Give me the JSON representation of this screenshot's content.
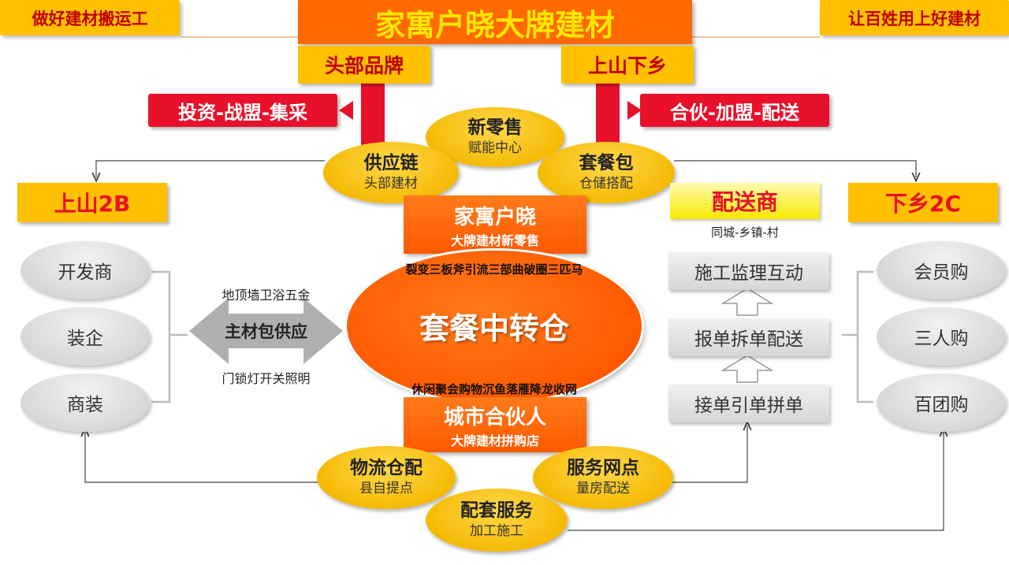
{
  "corners": {
    "left": "做好建材搬运工",
    "right": "让百姓用上好建材"
  },
  "title": "家寓户晓大牌建材",
  "brand_head": "头部品牌",
  "rural": "上山下乡",
  "left_bar": "投资-战盟-集采",
  "right_bar": "合伙-加盟-配送",
  "new_retail": {
    "title": "新零售",
    "sub": "赋能中心"
  },
  "supply_chain": {
    "title": "供应链",
    "sub": "头部建材"
  },
  "package": {
    "title": "套餐包",
    "sub": "仓储搭配"
  },
  "b2b": "上山2B",
  "c2c": "下乡2C",
  "distributor": {
    "title": "配送商",
    "sub": "同城-乡镇-村"
  },
  "center_top": {
    "title": "家寓户晓",
    "sub": "大牌建材新零售"
  },
  "core": {
    "top_text": "裂变三板斧引流三部曲破圈三匹马",
    "main": "套餐中转仓",
    "bottom_text": "休闲聚会购物沉鱼落雁降龙收网"
  },
  "center_bottom": {
    "title": "城市合伙人",
    "sub": "大牌建材拼购店"
  },
  "left_clients": [
    "开发商",
    "装企",
    "商装"
  ],
  "main_supply": {
    "label": "主材包供应",
    "top": "地顶墙卫浴五金",
    "bottom": "门锁灯开关照明"
  },
  "process": [
    "施工监理互动",
    "报单拆单配送",
    "接单引单拼单"
  ],
  "right_buys": [
    "会员购",
    "三人购",
    "百团购"
  ],
  "logistics": {
    "title": "物流仓配",
    "sub": "县自提点"
  },
  "service_point": {
    "title": "服务网点",
    "sub": "量房配送"
  },
  "support": {
    "title": "配套服务",
    "sub": "加工施工"
  },
  "colors": {
    "orange": "#ff6a00",
    "yellow": "#ffc000",
    "red": "#e8102a",
    "dark_red": "#c00000"
  }
}
